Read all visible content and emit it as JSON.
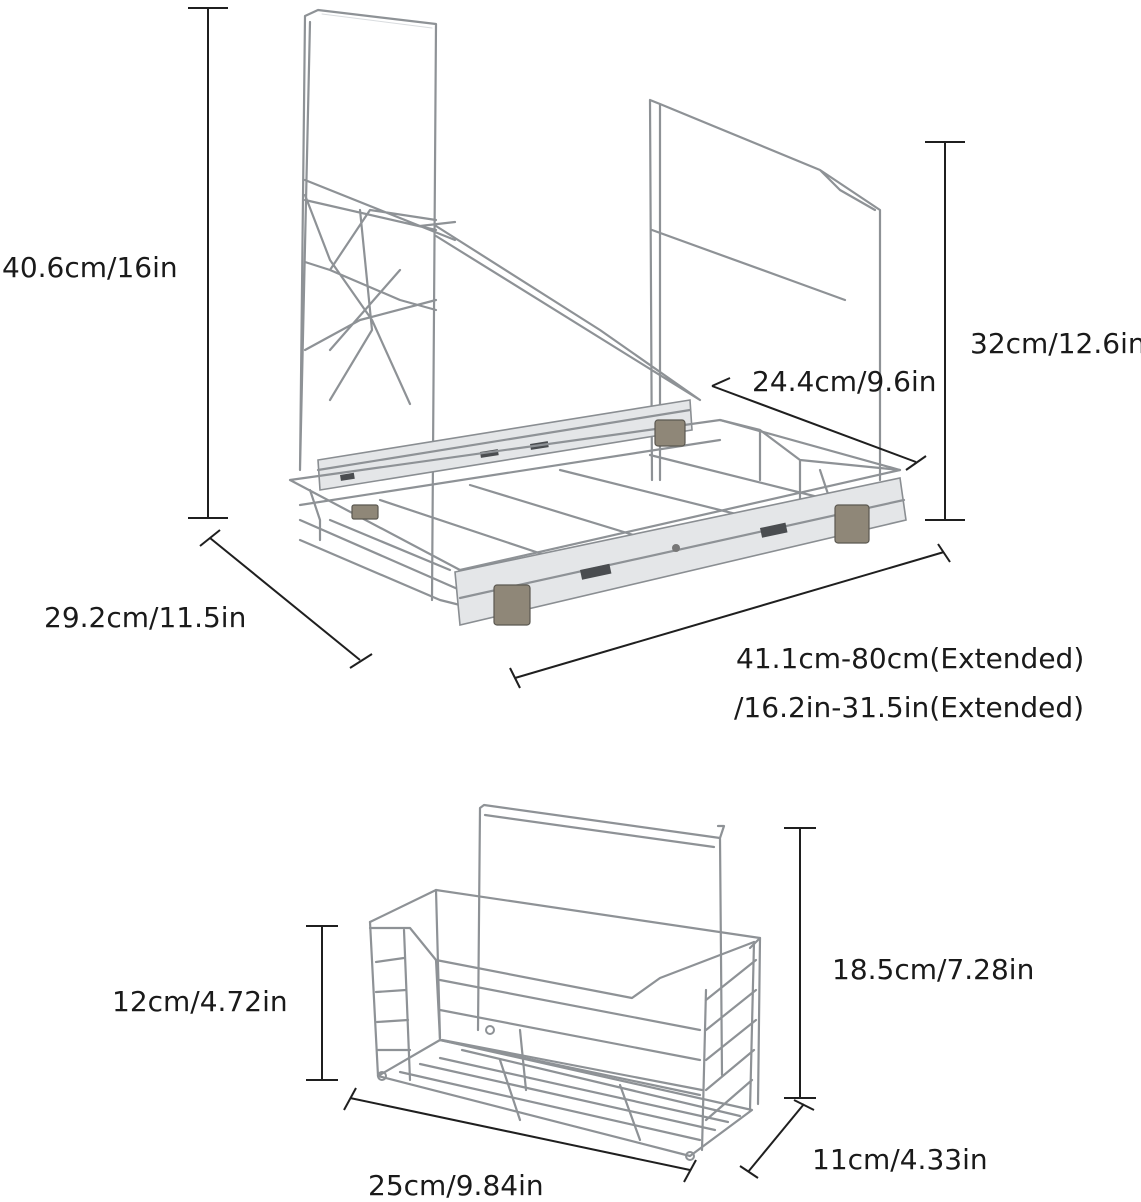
{
  "drawer_unit": {
    "height_label": "40.6cm/16in",
    "frame_height_label": "32cm/12.6in",
    "frame_width_label": "24.4cm/9.6in",
    "depth_label": "29.2cm/11.5in",
    "length_label_line1": "41.1cm-80cm(Extended)",
    "length_label_line2": "/16.2in-31.5in(Extended)"
  },
  "basket": {
    "height_label": "12cm/4.72in",
    "total_height_label": "18.5cm/7.28in",
    "depth_label": "11cm/4.33in",
    "width_label": "25cm/9.84in"
  }
}
